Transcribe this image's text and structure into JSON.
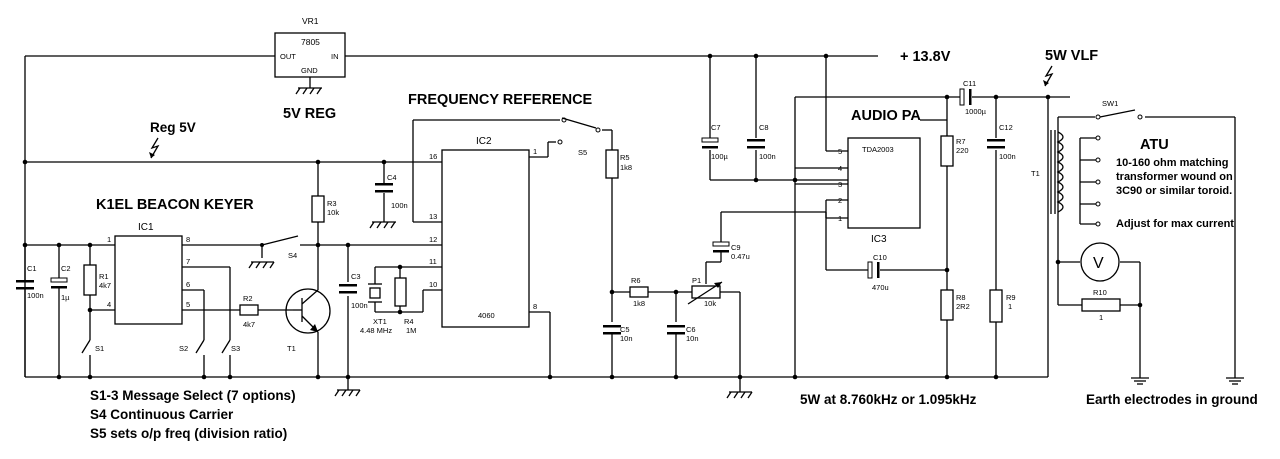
{
  "titles": {
    "keyer": "K1EL BEACON KEYER",
    "freq_ref": "FREQUENCY REFERENCE",
    "audio_pa": "AUDIO PA",
    "atu": "ATU",
    "reg5v": "Reg 5V",
    "vreg": "5V REG",
    "supply": "+ 13.8V",
    "vlf": "5W VLF"
  },
  "notes": {
    "s13": "S1-3 Message Select (7 options)",
    "s4": "S4 Continuous Carrier",
    "s5": "S5 sets o/p freq (division ratio)",
    "output": "5W at 8.760kHz or 1.095kHz",
    "earth": "Earth electrodes in ground",
    "atu_line1": "10-160 ohm matching",
    "atu_line2": "transformer wound on",
    "atu_line3": "3C90 or similar toroid.",
    "atu_adjust": "Adjust for max current"
  },
  "components": {
    "vr1": {
      "ref": "VR1",
      "part": "7805",
      "out": "OUT",
      "in": "IN",
      "gnd": "GND"
    },
    "ic1": {
      "ref": "IC1",
      "pins": [
        "1",
        "8",
        "7",
        "6",
        "5",
        "4"
      ]
    },
    "ic2": {
      "ref": "IC2",
      "part": "4060",
      "pins": [
        "16",
        "1",
        "13",
        "12",
        "11",
        "10",
        "8"
      ]
    },
    "ic3": {
      "ref": "IC3",
      "part": "TDA2003",
      "pins": [
        "5",
        "4",
        "3",
        "2",
        "1"
      ]
    },
    "t1": {
      "ref": "T1"
    },
    "c1": {
      "ref": "C1",
      "value": "100n"
    },
    "c2": {
      "ref": "C2",
      "value": "1µ"
    },
    "r1": {
      "ref": "R1",
      "value": "4k7"
    },
    "r2": {
      "ref": "R2",
      "value": "4k7"
    },
    "r3": {
      "ref": "R3",
      "value": "10k"
    },
    "c3": {
      "ref": "C3",
      "value": "100n"
    },
    "c4": {
      "ref": "C4",
      "value": "100n"
    },
    "xt1": {
      "ref": "XT1",
      "value": "4.48 MHz"
    },
    "r4": {
      "ref": "R4",
      "value": "1M"
    },
    "r5": {
      "ref": "R5",
      "value": "1k8"
    },
    "r6": {
      "ref": "R6",
      "value": "1k8"
    },
    "c5": {
      "ref": "C5",
      "value": "10n"
    },
    "c6": {
      "ref": "C6",
      "value": "10n"
    },
    "p1": {
      "ref": "P1",
      "value": "10k"
    },
    "c9": {
      "ref": "C9",
      "value": "0.47u"
    },
    "c7": {
      "ref": "C7",
      "value": "100µ"
    },
    "c8": {
      "ref": "C8",
      "value": "100n"
    },
    "c10": {
      "ref": "C10",
      "value": "470u"
    },
    "c11": {
      "ref": "C11",
      "value": "1000µ"
    },
    "c12": {
      "ref": "C12",
      "value": "100n"
    },
    "r7": {
      "ref": "R7",
      "value": "220"
    },
    "r8": {
      "ref": "R8",
      "value": "2R2"
    },
    "r9": {
      "ref": "R9",
      "value": "1"
    },
    "r10": {
      "ref": "R10",
      "value": "1"
    },
    "meter": {
      "symbol": "V"
    }
  },
  "switches": {
    "s1": "S1",
    "s2": "S2",
    "s3": "S3",
    "s4": "S4",
    "s5": "S5",
    "sw1": "SW1"
  }
}
